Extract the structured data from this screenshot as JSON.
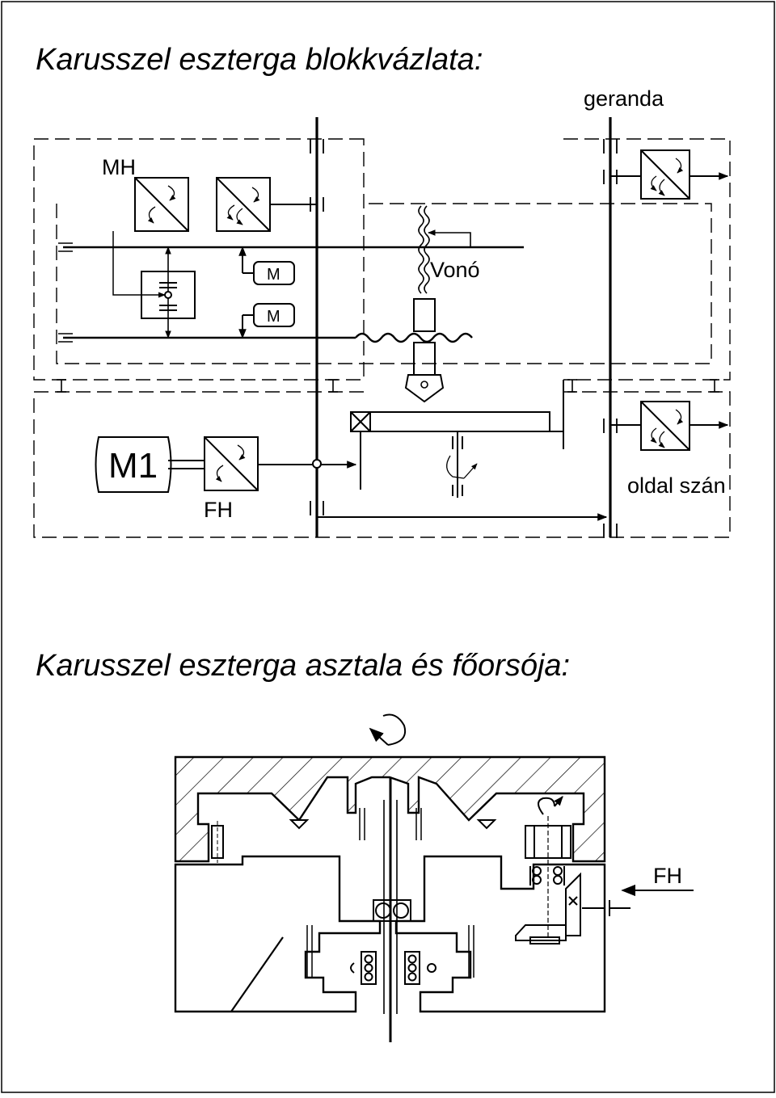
{
  "block_diagram": {
    "title": "Karusszel eszterga blokkvázlata:",
    "labels": {
      "geranda": "geranda",
      "mh": "MH",
      "vono": "Vonó",
      "m1": "M1",
      "fh": "FH",
      "oldal_szan": "oldal szán",
      "motor": "M"
    }
  },
  "table_section": {
    "title": "Karusszel eszterga asztala és főorsója:",
    "labels": {
      "fh": "FH"
    }
  },
  "colors": {
    "line": "#000000",
    "background": "#ffffff"
  }
}
